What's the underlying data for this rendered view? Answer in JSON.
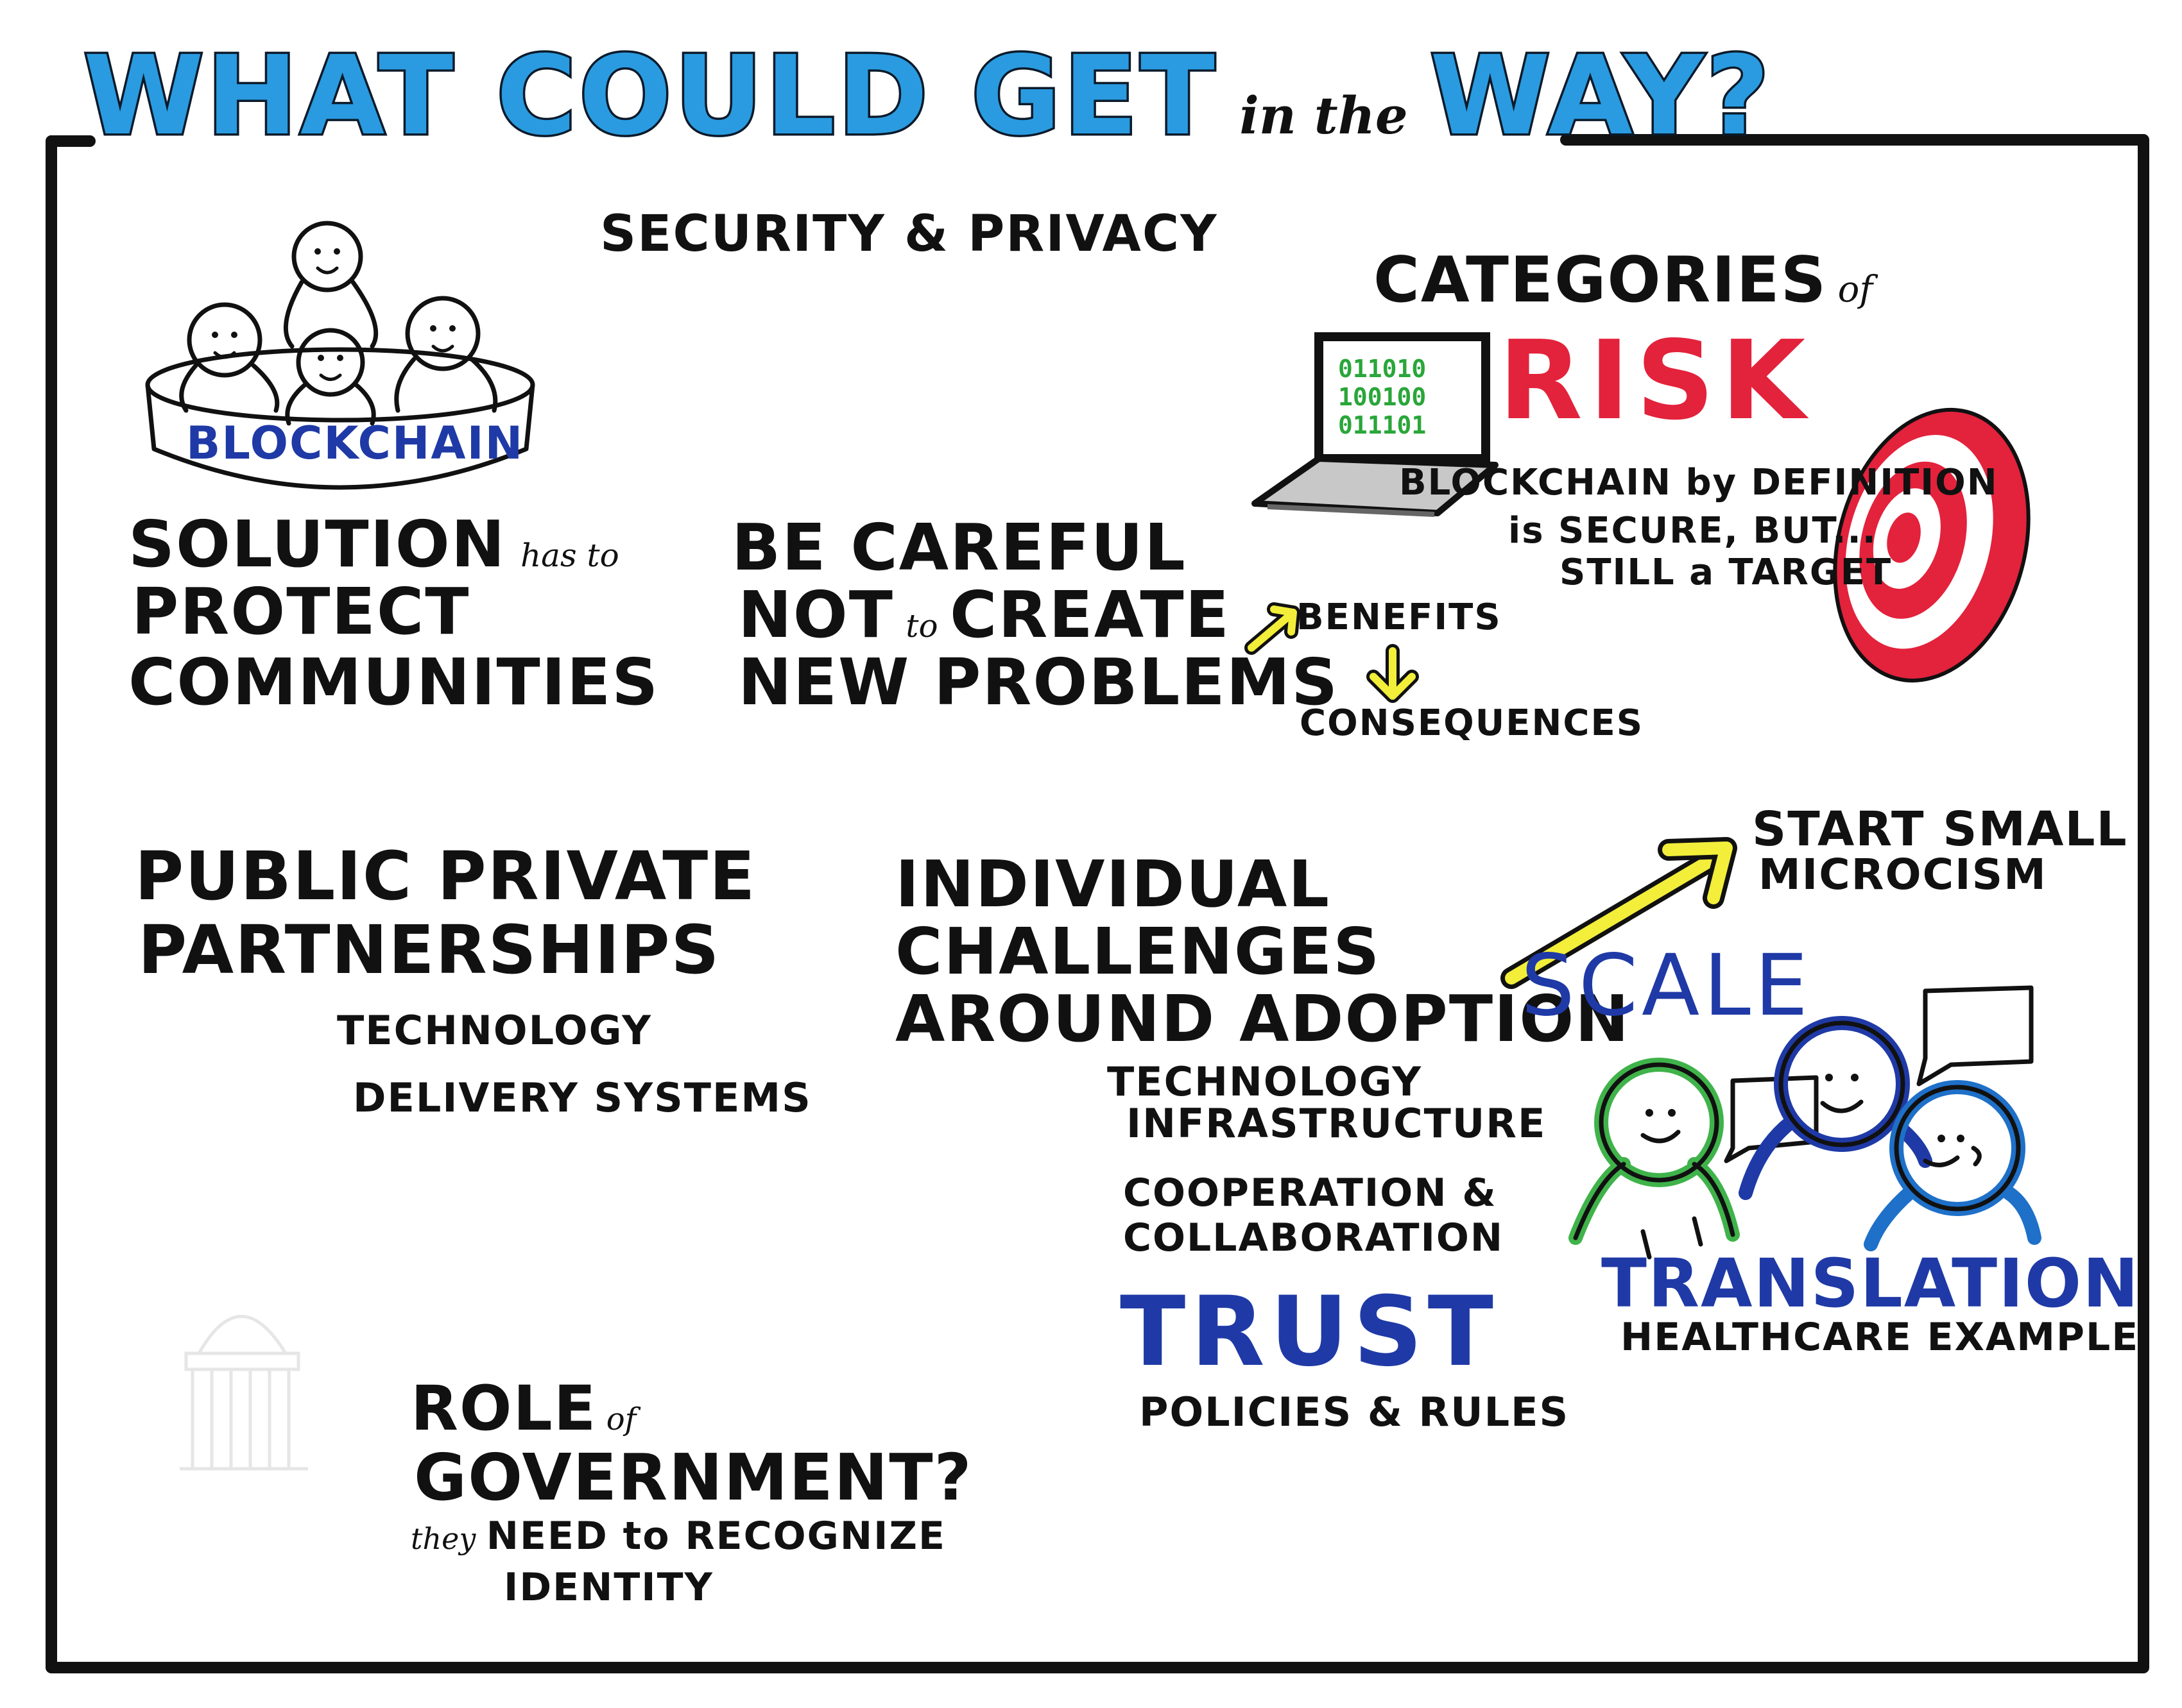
{
  "title": {
    "part1": "WHAT COULD GET",
    "part2": "in the",
    "part3": "WAY?"
  },
  "security": {
    "text": "SECURITY & PRIVACY"
  },
  "blockchain": {
    "banner": "BLOCKCHAIN",
    "line1": "SOLUTION",
    "line1_small": "has to",
    "line2": "PROTECT",
    "line3": "COMMUNITIES"
  },
  "careful": {
    "line1": "BE CAREFUL",
    "line2a": "NOT",
    "line2_small": "to",
    "line2b": "CREATE",
    "line3": "NEW PROBLEMS",
    "benefits": "BENEFITS",
    "consequences": "CONSEQUENCES"
  },
  "risk": {
    "heading": "CATEGORIES",
    "heading_small": "of",
    "big": "RISK",
    "binary": [
      "011010",
      "100100",
      "011101"
    ],
    "note_line1": "BLOCKCHAIN by DEFINITION",
    "note_line2": "is SECURE, BUT...",
    "note_line3": "STILL a TARGET"
  },
  "partnerships": {
    "line1": "PUBLIC PRIVATE",
    "line2": "PARTNERSHIPS",
    "sub1": "TECHNOLOGY",
    "sub2": "DELIVERY SYSTEMS"
  },
  "adoption": {
    "line1": "INDIVIDUAL",
    "line2": "CHALLENGES",
    "line3": "AROUND ADOPTION",
    "scale": "SCALE",
    "start1": "START SMALL",
    "start2": "MICROCISM",
    "tech1": "TECHNOLOGY",
    "tech2": "INFRASTRUCTURE",
    "coop1": "COOPERATION &",
    "coop2": "COLLABORATION",
    "trust": "TRUST",
    "policies": "POLICIES & RULES"
  },
  "translation": {
    "title": "TRANSLATION",
    "sub": "HEALTHCARE EXAMPLE"
  },
  "government": {
    "line1": "ROLE",
    "line1_small": "of",
    "line2": "GOVERNMENT?",
    "line3_small": "they",
    "line3": "NEED to RECOGNIZE",
    "line4": "IDENTITY"
  },
  "colors": {
    "title_blue": "#2a9be0",
    "ink_blue": "#1f3aa6",
    "risk_red": "#e3223c",
    "arrow_yellow": "#f2ee3a",
    "binary_green": "#2aa63a",
    "person_green": "#3fb34a",
    "person_blue": "#1e70c8"
  },
  "icons": [
    "people-in-blockchain-icon",
    "laptop-icon",
    "target-icon",
    "benefits-arrow-icon",
    "consequences-arrow-icon",
    "scale-arrow-icon",
    "speech-bubble-icon",
    "three-people-icon",
    "capitol-building-icon"
  ]
}
